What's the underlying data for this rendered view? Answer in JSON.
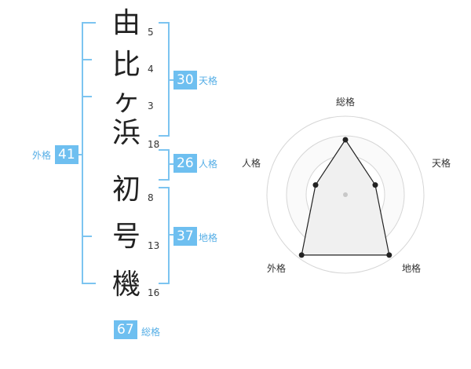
{
  "name": {
    "characters": [
      "由",
      "比",
      "ヶ",
      "浜",
      "初",
      "号",
      "機"
    ],
    "strokes": [
      "5",
      "4",
      "3",
      "18",
      "8",
      "13",
      "16"
    ]
  },
  "scores": {
    "tenkaku": {
      "value": "30",
      "label": "天格"
    },
    "jinkaku": {
      "value": "26",
      "label": "人格"
    },
    "chikaku": {
      "value": "37",
      "label": "地格"
    },
    "gaikaku": {
      "value": "41",
      "label": "外格"
    },
    "soukaku": {
      "value": "67",
      "label": "総格"
    }
  },
  "radar": {
    "labels": {
      "top": "総格",
      "right": "天格",
      "bottom_right": "地格",
      "bottom_left": "外格",
      "left": "人格"
    },
    "levels": {
      "soukaku": 0.7,
      "tenkaku": 0.4,
      "chikaku": 0.95,
      "gaikaku": 0.95,
      "jinkaku": 0.4
    }
  },
  "colors": {
    "accent": "#6ebff0",
    "bracket": "#7cc4f0",
    "polygon_fill": "#f0f0f0"
  }
}
